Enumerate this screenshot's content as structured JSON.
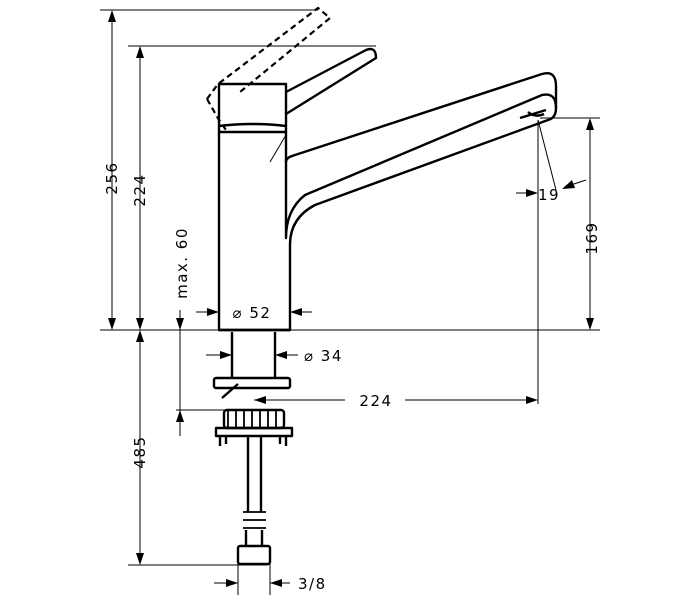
{
  "diagram": {
    "subject": "kitchen faucet dimension drawing",
    "dimensions": {
      "total_height": "256",
      "spout_height": "224",
      "max_deck": "max. 60",
      "base_diameter": "⌀ 52",
      "shank_diameter": "⌀ 34",
      "reach": "224",
      "outlet_height": "169",
      "outlet_angle": "19",
      "below_deck": "485",
      "connection": "3/8"
    }
  }
}
